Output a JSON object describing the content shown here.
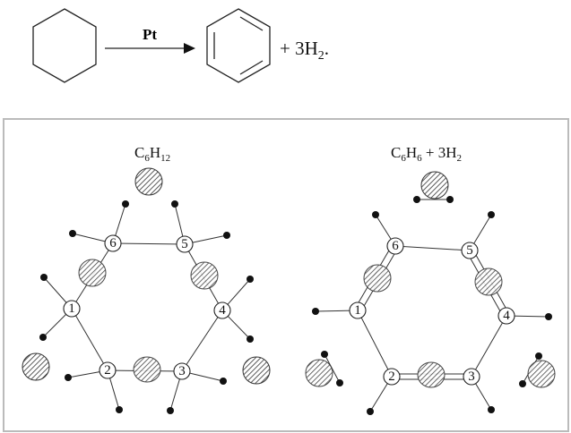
{
  "reaction": {
    "catalyst": "Pt",
    "product_extra": "+ 3H",
    "product_extra_sub": "2",
    "product_extra_end": "."
  },
  "panels": {
    "left": {
      "title_main": "C",
      "title_sub1": "6",
      "title_mid": "H",
      "title_sub2": "12"
    },
    "right": {
      "title_c": "C",
      "title_sub1": "6",
      "title_h": "H",
      "title_sub2": "6",
      "title_plus": " + 3H",
      "title_sub3": "2"
    }
  },
  "atoms": [
    "1",
    "2",
    "3",
    "4",
    "5",
    "6"
  ]
}
